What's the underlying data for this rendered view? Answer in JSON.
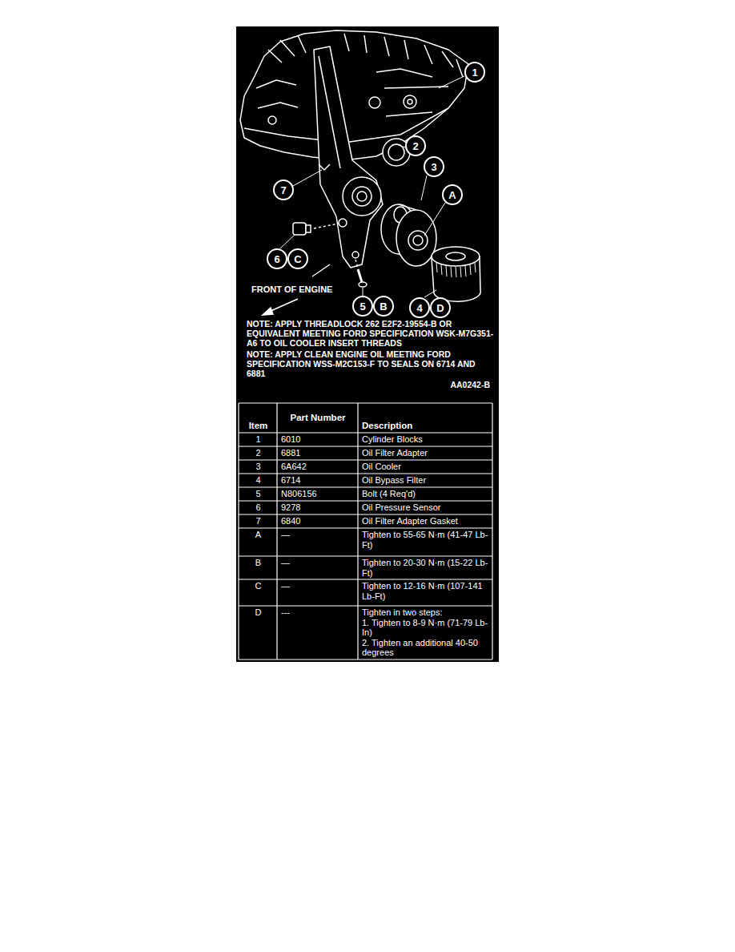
{
  "diagram": {
    "nodes": [
      {
        "text": [
          "1"
        ]
      },
      {
        "text": [
          "2"
        ]
      },
      {
        "text": [
          "3"
        ]
      },
      {
        "text": [
          "A"
        ]
      },
      {
        "text": [
          "7"
        ]
      },
      {
        "text": [
          "6"
        ]
      },
      {
        "text": [
          "C"
        ]
      },
      {
        "text": [
          "5"
        ]
      },
      {
        "text": [
          "B"
        ]
      },
      {
        "text": [
          "4"
        ]
      },
      {
        "text": [
          "D"
        ]
      }
    ],
    "labels": [
      "FRONT OF ENGINE",
      "NOTE: APPLY THREADLOCK 262 E2F2-19554-B OR EQUIVALENT MEETING FORD SPECIFICATION WSK-M7G351-A6 TO OIL COOLER INSERT THREADS",
      "NOTE: APPLY CLEAN ENGINE OIL MEETING FORD SPECIFICATION WSS-M2C153-F TO SEALS ON 6714 AND 6881",
      "AA0242-B",
      "Item",
      "Part Number",
      "Description",
      "1",
      "6010",
      "Cylinder Blocks",
      "2",
      "6881",
      "Oil Filter Adapter",
      "3",
      "6A642",
      "Oil Cooler",
      "4",
      "6714",
      "Oil Bypass Filter",
      "5",
      "N806156",
      "Bolt (4 Req'd)",
      "6",
      "9278",
      "Oil Pressure Sensor",
      "7",
      "6840",
      "Oil Filter Adapter Gasket",
      "A",
      "—",
      "Tighten to 55-65 N·m (41-47 Lb-Ft)",
      "B",
      "—",
      "Tighten to 20-30 N·m (15-22 Lb-Ft)",
      "C",
      "—",
      "Tighten to 12-16 N·m (107-141 Lb-Ft)",
      "D",
      "---",
      "Tighten in two steps:",
      "1. Tighten to 8-9 N·m (71-79 Lb-In)",
      "2. Tighten an additional 40-50 degrees"
    ]
  }
}
